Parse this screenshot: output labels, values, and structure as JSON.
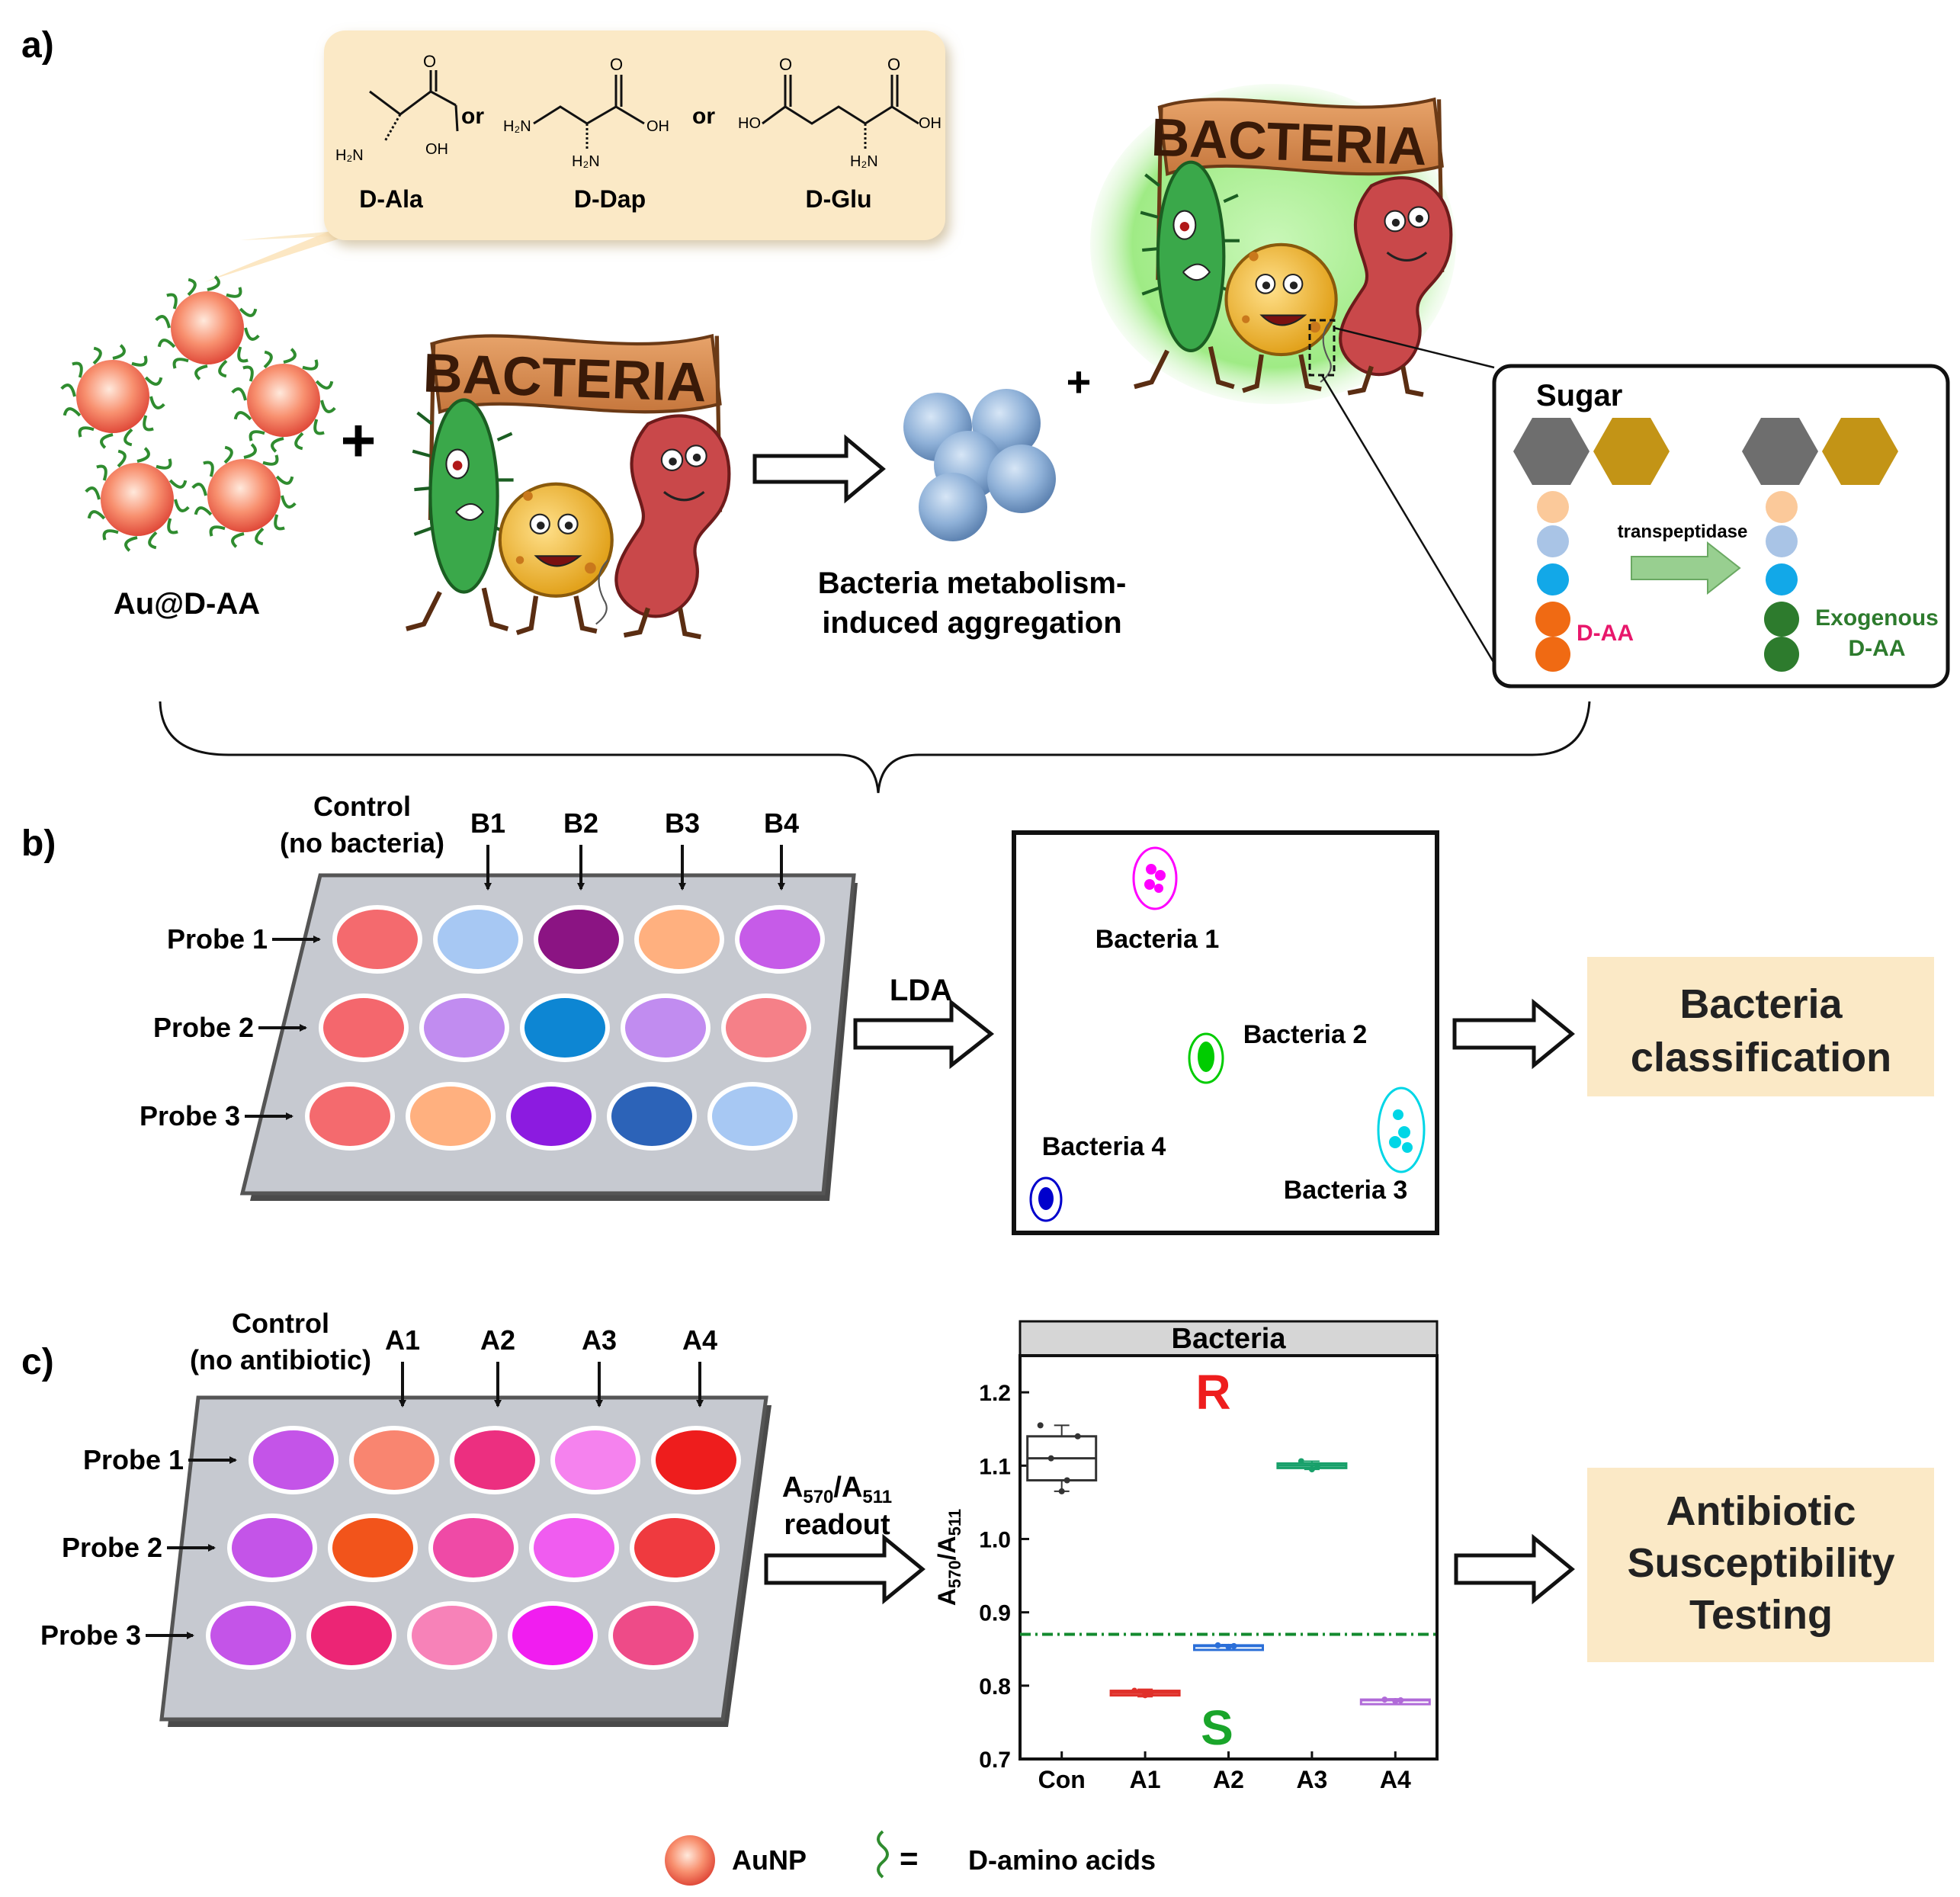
{
  "panel_a": {
    "label": "a)",
    "structures": {
      "d_ala": "D-Ala",
      "d_dap": "D-Dap",
      "d_glu": "D-Glu",
      "or": "or",
      "atoms": {
        "h2n": "H₂N",
        "oh": "OH",
        "o": "O",
        "ho": "HO"
      }
    },
    "probe_label": "Au@D-AA",
    "plus": "+",
    "banner_text": "BACTERIA",
    "aggregation_label_1": "Bacteria metabolism-",
    "aggregation_label_2": "induced aggregation",
    "inset": {
      "title": "Sugar",
      "enzyme": "transpeptidase",
      "daa": "D-AA",
      "exogenous_1": "Exogenous",
      "exogenous_2": "D-AA"
    }
  },
  "panel_b": {
    "label": "b)",
    "control_1": "Control",
    "control_2": "(no bacteria)",
    "columns": [
      "B1",
      "B2",
      "B3",
      "B4"
    ],
    "rows": [
      "Probe 1",
      "Probe 2",
      "Probe 3"
    ],
    "wells": [
      [
        "#f46a6e",
        "#a7c8f3",
        "#8b1483",
        "#ffb07f",
        "#c65be8"
      ],
      [
        "#f4676d",
        "#c18cf0",
        "#0d86d3",
        "#c18cf0",
        "#f58088"
      ],
      [
        "#f46a6e",
        "#ffb07f",
        "#8c1be0",
        "#2c63b8",
        "#a7c8f3"
      ]
    ],
    "method": "LDA",
    "clusters": [
      {
        "label": "Bacteria 1",
        "color": "#ff00ff"
      },
      {
        "label": "Bacteria 2",
        "color": "#00cc00"
      },
      {
        "label": "Bacteria 3",
        "color": "#00d6e6"
      },
      {
        "label": "Bacteria 4",
        "color": "#0000cc"
      }
    ],
    "result_1": "Bacteria",
    "result_2": "classification"
  },
  "panel_c": {
    "label": "c)",
    "control_1": "Control",
    "control_2": "(no antibiotic)",
    "columns": [
      "A1",
      "A2",
      "A3",
      "A4"
    ],
    "rows": [
      "Probe 1",
      "Probe 2",
      "Probe 3"
    ],
    "wells": [
      [
        "#c454e8",
        "#f98570",
        "#ec2f80",
        "#f582ee",
        "#ee1d1d"
      ],
      [
        "#c454e8",
        "#f2541b",
        "#ef4aa6",
        "#f05cf0",
        "#ef3a3f"
      ],
      [
        "#c454e8",
        "#ec2575",
        "#f782b8",
        "#f11df0",
        "#ee4b88"
      ]
    ],
    "readout_1": "A570/A511",
    "readout_2": "readout",
    "result_1": "Antibiotic",
    "result_2": "Susceptibility",
    "result_3": "Testing"
  },
  "chart_data": {
    "type": "box",
    "title": "Bacteria",
    "categories": [
      "Con",
      "A1",
      "A2",
      "A3",
      "A4"
    ],
    "ylabel": "A570/A511",
    "ylim": [
      0.7,
      1.25
    ],
    "yticks": [
      0.7,
      0.8,
      0.9,
      1.0,
      1.1,
      1.2
    ],
    "threshold": 0.87,
    "annotations": {
      "resistant": "R",
      "susceptible": "S"
    },
    "series": [
      {
        "category": "Con",
        "min": 1.065,
        "q1": 1.08,
        "median": 1.11,
        "q3": 1.14,
        "max": 1.155,
        "mean": 1.11,
        "points": [
          1.065,
          1.08,
          1.11,
          1.14,
          1.155
        ],
        "color": "#333333"
      },
      {
        "category": "A1",
        "min": 0.785,
        "q1": 0.787,
        "median": 0.79,
        "q3": 0.793,
        "max": 0.795,
        "mean": 0.79,
        "points": [
          0.787,
          0.79,
          0.793
        ],
        "color": "#e0302a"
      },
      {
        "category": "A2",
        "min": 0.852,
        "q1": 0.853,
        "median": 0.854,
        "q3": 0.855,
        "max": 0.856,
        "mean": 0.854,
        "points": [
          0.853,
          0.854,
          0.855
        ],
        "color": "#2b6fd8"
      },
      {
        "category": "A3",
        "min": 1.095,
        "q1": 1.098,
        "median": 1.1,
        "q3": 1.103,
        "max": 1.106,
        "mean": 1.1,
        "points": [
          1.095,
          1.1,
          1.106
        ],
        "color": "#18a06a"
      },
      {
        "category": "A4",
        "min": 0.778,
        "q1": 0.779,
        "median": 0.78,
        "q3": 0.781,
        "max": 0.782,
        "mean": 0.78,
        "points": [
          0.779,
          0.78,
          0.781
        ],
        "color": "#b06ad8"
      }
    ],
    "colors": {
      "threshold": "#138a2e",
      "resistant": "#ee1d1d",
      "susceptible": "#1aa52a"
    }
  },
  "legend": {
    "aunp": "AuNP",
    "equals": "=",
    "daa": "D-amino acids"
  },
  "colors": {
    "nanoparticle": "#f47c6a",
    "ligand": "#2f8c2f",
    "aggregate": "#8fb1d8",
    "result_box": "#fbe9c6",
    "plate": "#c6c9d0",
    "sugar_gray": "#6e6e6e",
    "sugar_gold": "#c39416"
  }
}
